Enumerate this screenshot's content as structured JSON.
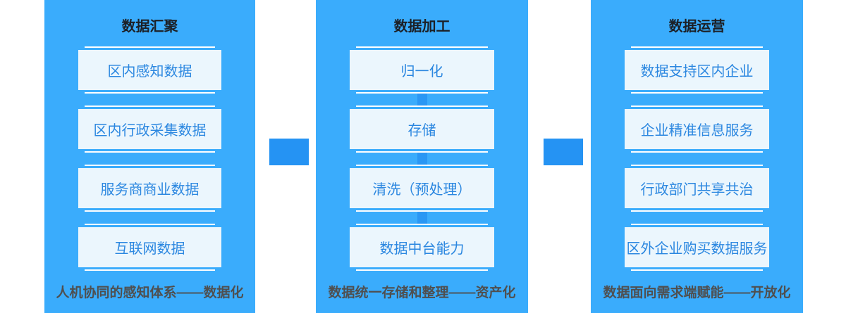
{
  "colors": {
    "page_bg": "#ffffff",
    "panel_bg": "#3aacfc",
    "box_bg": "#ebf6fd",
    "box_text": "#2b87e0",
    "title_text": "#1c2026",
    "caption_text": "#4f4f4f",
    "flow_connector": "#2593f3",
    "box_connector": "#2a97f4",
    "divider_line": "#ffffff"
  },
  "panels": [
    {
      "title": "数据汇聚",
      "boxes": [
        "区内感知数据",
        "区内行政采集数据",
        "服务商商业数据",
        "互联网数据"
      ],
      "caption": "人机协同的感知体系——数据化"
    },
    {
      "title": "数据加工",
      "boxes": [
        "归一化",
        "存储",
        "清洗（预处理）",
        "数据中台能力"
      ],
      "caption": "数据统一存储和整理——资产化"
    },
    {
      "title": "数据运营",
      "boxes": [
        "数据支持区内企业",
        "企业精准信息服务",
        "行政部门共享共治",
        "区外企业购买数据服务"
      ],
      "caption": "数据面向需求端赋能——开放化"
    }
  ]
}
